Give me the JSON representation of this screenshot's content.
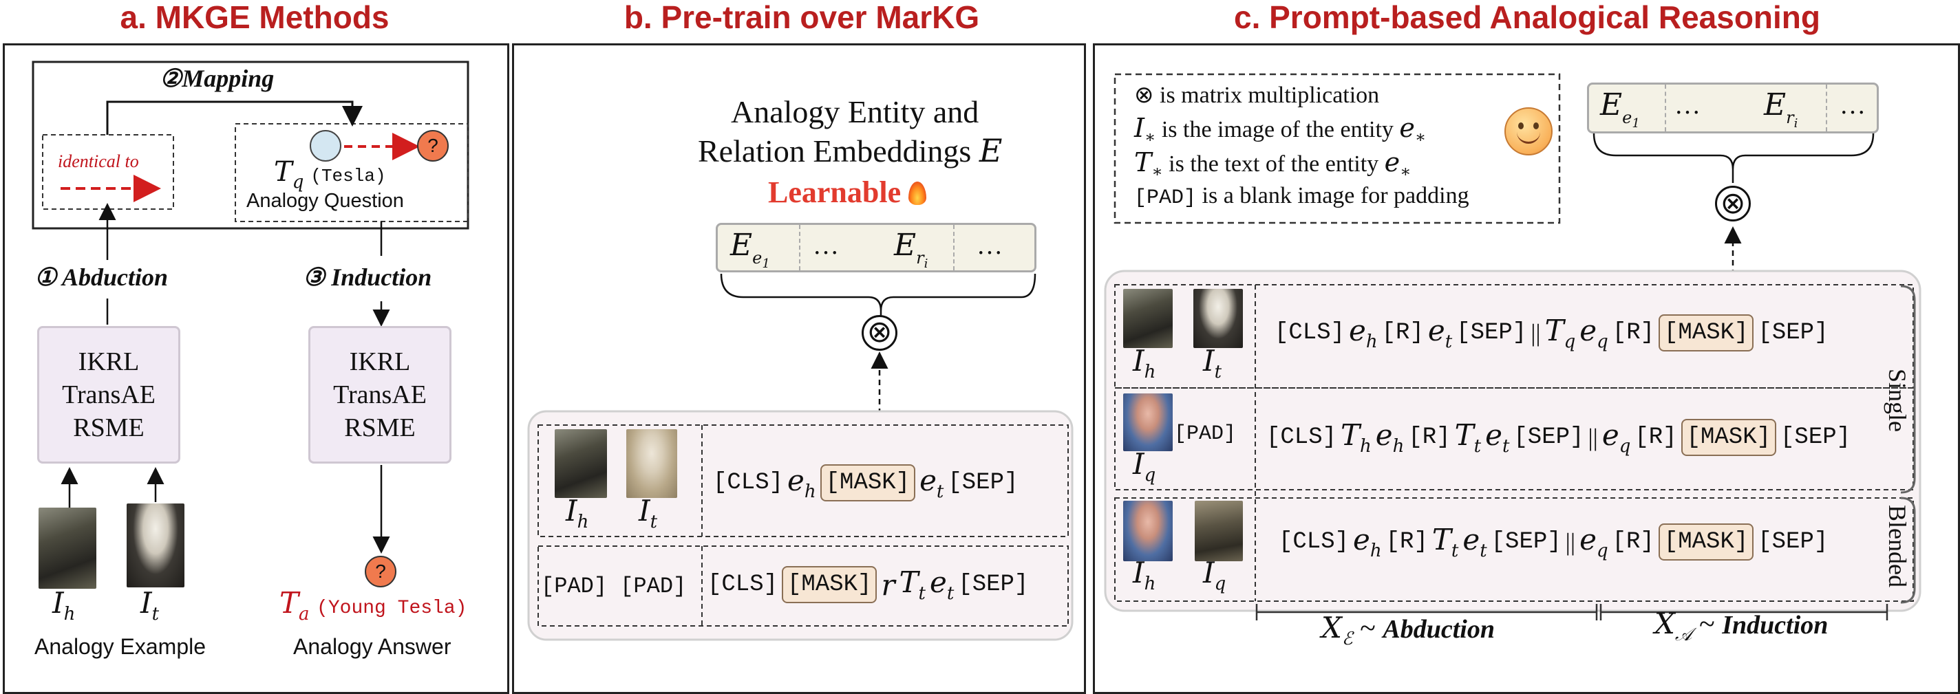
{
  "titles": {
    "a": "a. MKGE Methods",
    "b": "b. Pre-train over MarKG",
    "c": "c. Prompt-based Analogical Reasoning"
  },
  "panel_a": {
    "mapping_label": "②Mapping",
    "identical_to": "identical to",
    "tq": "T",
    "tq_sub": "q",
    "tq_tesla": "(Tesla)",
    "analogy_question": "Analogy Question",
    "abduction": "① Abduction",
    "induction": "③ Induction",
    "model_lines": [
      "IKRL",
      "TransAE",
      "RSME"
    ],
    "ih": "I",
    "ih_sub": "h",
    "it": "I",
    "it_sub": "t",
    "analogy_example": "Analogy Example",
    "ta": "T",
    "ta_sub": "a",
    "ta_young": "(Young Tesla)",
    "analogy_answer": "Analogy Answer",
    "question_mark": "?"
  },
  "panel_b": {
    "embed_title_1": "Analogy Entity and",
    "embed_title_2": "Relation Embeddings",
    "embed_title_E": "E",
    "learnable": "Learnable",
    "fire_icon": "fire-icon",
    "emb_cells": [
      "E",
      "…",
      "E",
      "…"
    ],
    "emb_sub1": "e",
    "emb_sub1b": "1",
    "emb_sub2": "r",
    "emb_sub2b": "i",
    "otimes": "⊗",
    "row1": {
      "cls": "[CLS]",
      "eh": "e",
      "eh_sub": "h",
      "mask": "[MASK]",
      "et": "e",
      "et_sub": "t",
      "sep": "[SEP]"
    },
    "row2": {
      "pad": "[PAD] [PAD]",
      "cls": "[CLS]",
      "mask": "[MASK]",
      "r": "r",
      "T": "T",
      "t_sub": "t",
      "e": "e",
      "sep": "[SEP]"
    },
    "img_labels": [
      "I",
      "I"
    ],
    "img_subs": [
      "h",
      "t"
    ]
  },
  "panel_c": {
    "legend": [
      {
        "sym": "⊗",
        "text": "is matrix multiplication"
      },
      {
        "sym": "I",
        "sub": "∗",
        "text": "is the image of the entity",
        "ent": "e",
        "ent_sub": "∗"
      },
      {
        "sym": "T",
        "sub": "∗",
        "text": "is the text of the entity",
        "ent": "e",
        "ent_sub": "∗"
      },
      {
        "sym": "[PAD]",
        "text": "is a blank image for padding"
      }
    ],
    "smiley_icon": "smiley-face-icon",
    "otimes": "⊗",
    "single": "Single",
    "blended": "Blended",
    "pad": "[PAD]",
    "rows": [
      {
        "img": [
          "I",
          "I"
        ],
        "img_sub": [
          "h",
          "t"
        ],
        "seq": "row1"
      },
      {
        "img": [
          "I"
        ],
        "img_sub": [
          "q"
        ],
        "seq": "row2"
      },
      {
        "img": [
          "I",
          "I"
        ],
        "img_sub": [
          "h",
          "q"
        ],
        "seq": "row3"
      }
    ],
    "tokens": {
      "cls": "[CLS]",
      "r": "[R]",
      "sep": "[SEP]",
      "mask": "[MASK]",
      "bar": "||"
    },
    "xe_label": "Abduction",
    "xa_label": "Induction",
    "sim": "~"
  },
  "colors": {
    "title_red": "#b91f1f",
    "model_fill": "#f1eaf4",
    "emb_fill": "#f4f2e6",
    "mask_fill": "#f7e6d4",
    "seq_fill": "#f8f2f4",
    "tq_circle": "#d4e7f2",
    "qmark_circle": "#f07a4e"
  }
}
